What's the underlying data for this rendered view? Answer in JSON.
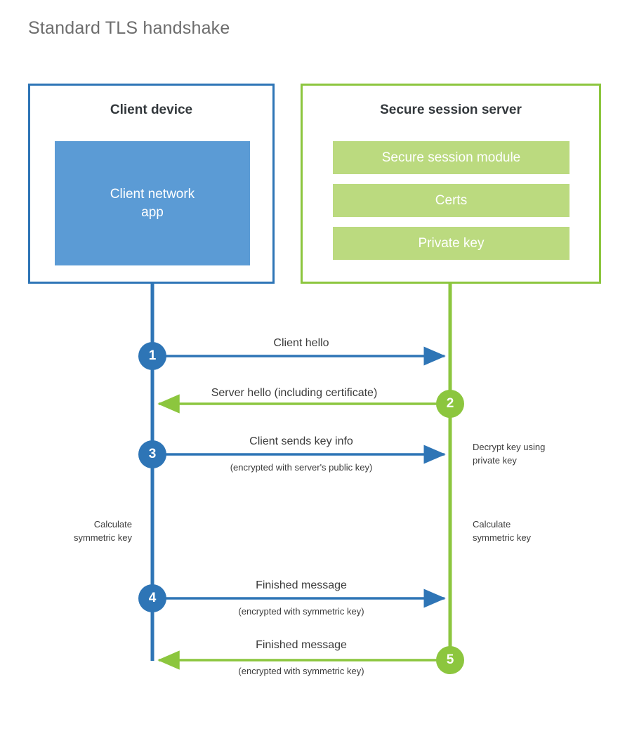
{
  "title": "Standard TLS handshake",
  "colors": {
    "client_blue": "#2E75B6",
    "client_fill": "#5B9BD5",
    "server_green": "#8CC63E",
    "server_fill": "#BBDA7F",
    "text": "#3b3b3b",
    "title_text": "#6d6d6d",
    "background": "#ffffff"
  },
  "client": {
    "title": "Client device",
    "app_label": "Client network\napp"
  },
  "server": {
    "title": "Secure session server",
    "components": [
      {
        "label": "Secure session module"
      },
      {
        "label": "Certs"
      },
      {
        "label": "Private key"
      }
    ]
  },
  "steps": [
    {
      "number": "1",
      "side": "client",
      "direction": "to-server",
      "label": "Client hello",
      "sublabel": ""
    },
    {
      "number": "2",
      "side": "server",
      "direction": "to-client",
      "label": "Server hello (including certificate)",
      "sublabel": ""
    },
    {
      "number": "3",
      "side": "client",
      "direction": "to-server",
      "label": "Client sends key info",
      "sublabel": "(encrypted with server's public key)"
    },
    {
      "number": "4",
      "side": "client",
      "direction": "to-server",
      "label": "Finished message",
      "sublabel": "(encrypted with symmetric key)"
    },
    {
      "number": "5",
      "side": "server",
      "direction": "to-client",
      "label": "Finished message",
      "sublabel": "(encrypted with symmetric key)"
    }
  ],
  "annotations": {
    "server_decrypt": "Decrypt key using\nprivate key",
    "client_calculate": "Calculate\nsymmetric key",
    "server_calculate": "Calculate\nsymmetric key"
  }
}
